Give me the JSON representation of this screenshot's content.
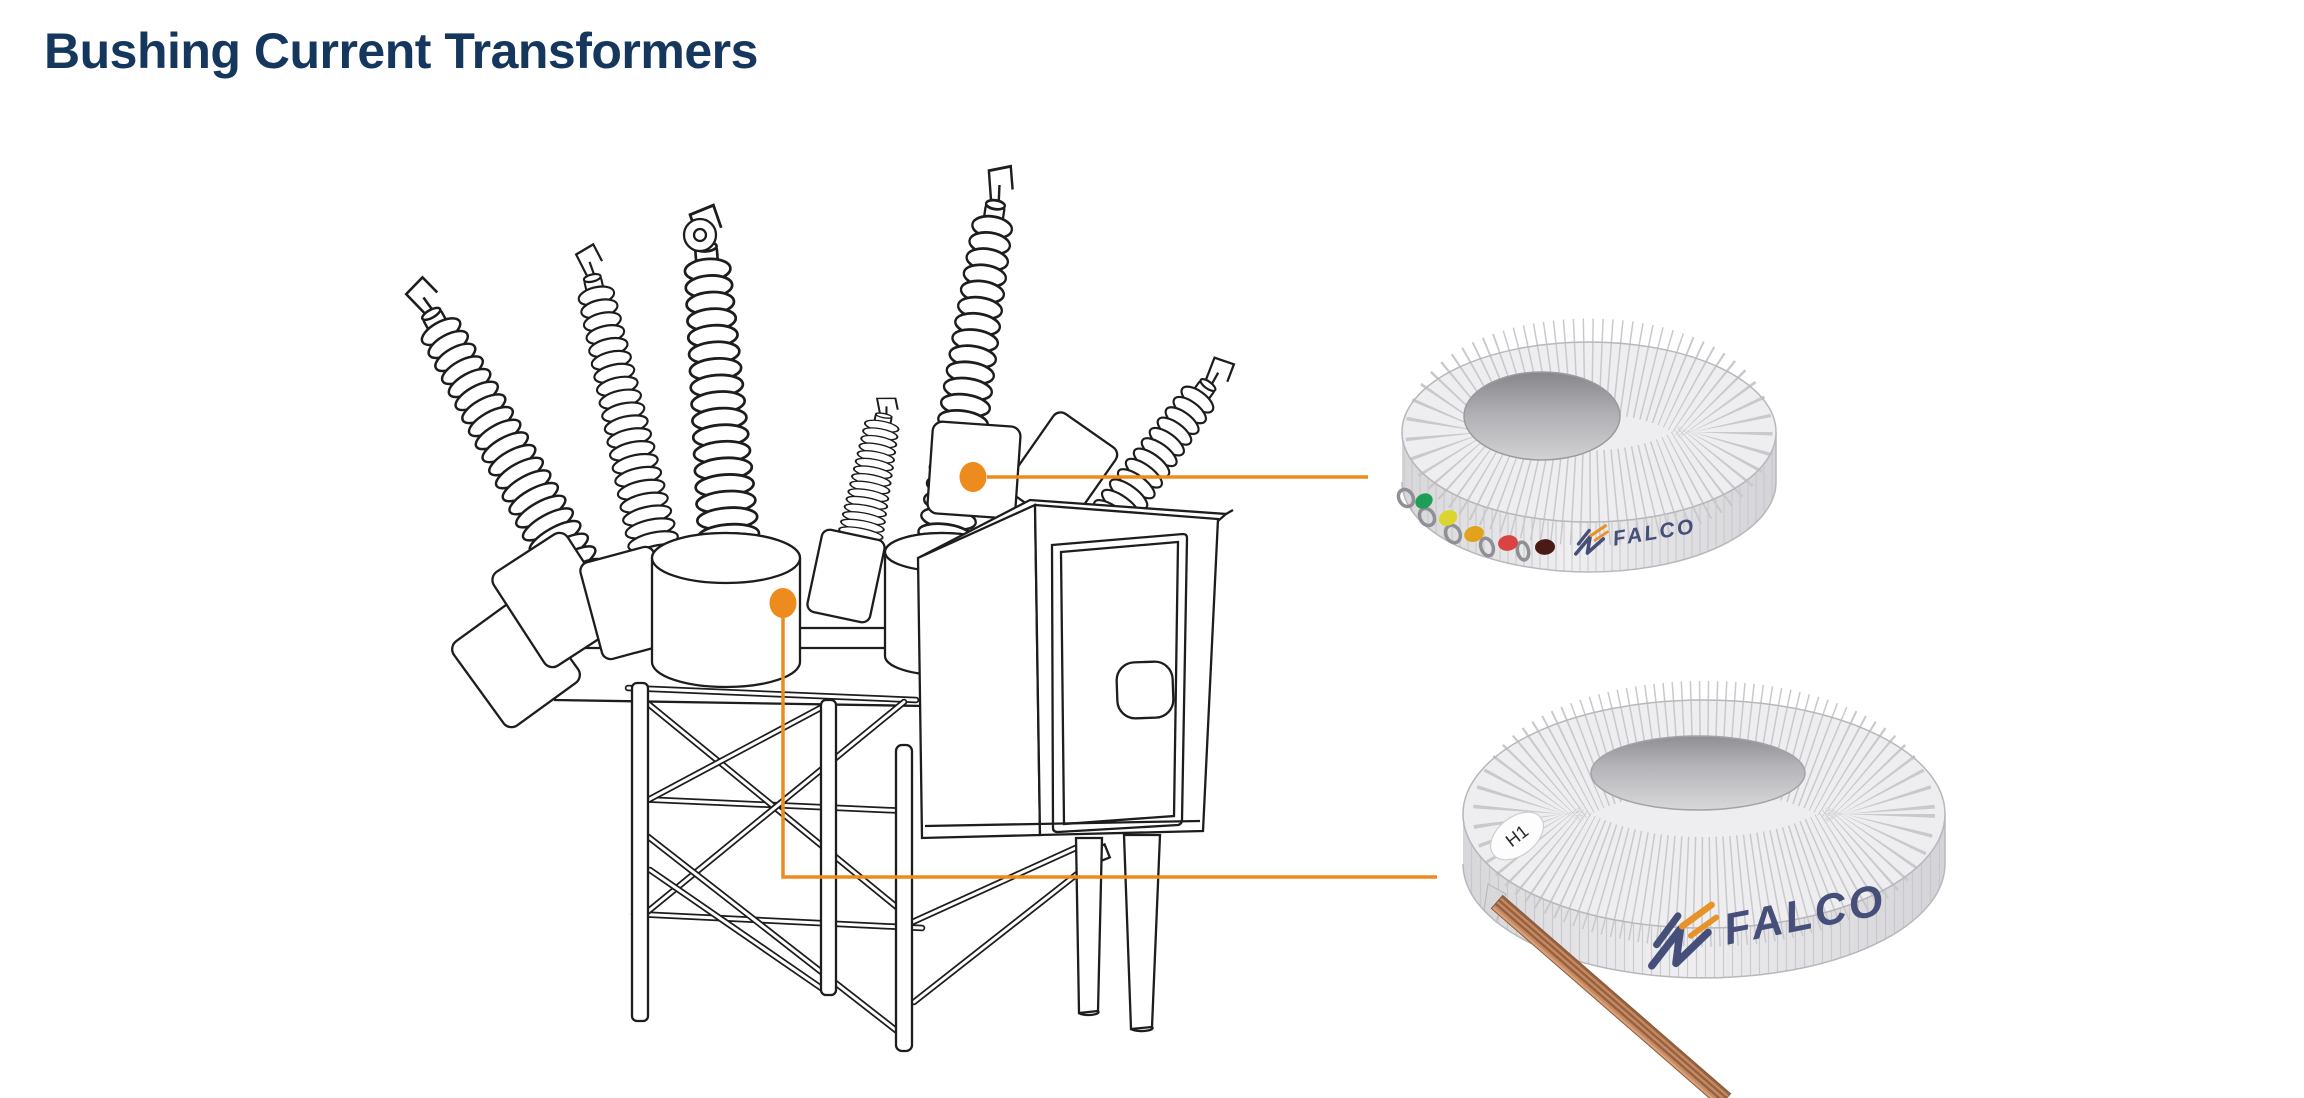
{
  "title": "Bushing Current Transformers",
  "colors": {
    "title_navy": "#16375d",
    "accent_orange": "#ee8b1e",
    "logo_navy": "#454f79",
    "logo_orange": "#e8922a",
    "line_art": "#1d1d1d",
    "ct_body": "#eeeef0",
    "ct_wall_shade": "#d9d9dc",
    "copper_wire": "#c58a63"
  },
  "ct_top": {
    "brand": "FALCO",
    "terminal_dots": [
      "#1f9e57",
      "#ddd52f",
      "#e2a31c",
      "#d84441",
      "#4a1a16"
    ]
  },
  "ct_bottom": {
    "brand": "FALCO",
    "terminal_label": "H1"
  }
}
